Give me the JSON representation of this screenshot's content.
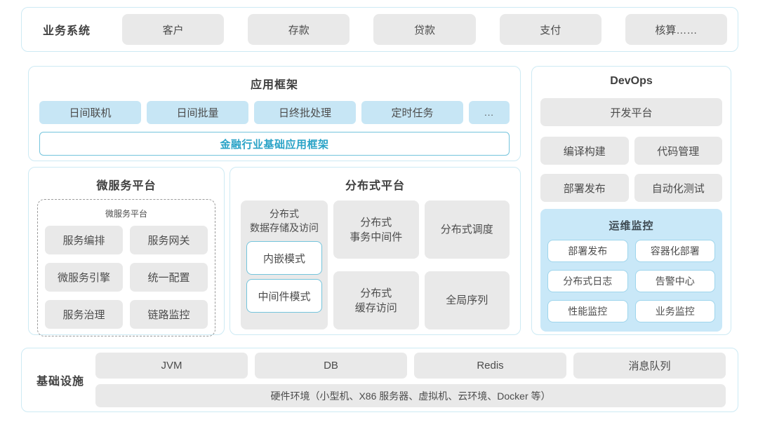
{
  "colors": {
    "panel_border": "#cdeaf4",
    "gray_fill": "#e9e9e9",
    "light_blue_fill": "#c7e6f5",
    "monitor_bg": "#c9e8f8",
    "monitor_box_border": "#9ed5ec",
    "accent_blue_border": "#74c4dc",
    "accent_blue_text": "#2aa3c7",
    "text": "#4c4c4c"
  },
  "business": {
    "label": "业务系统",
    "items": [
      "客户",
      "存款",
      "贷款",
      "支付",
      "核算……"
    ]
  },
  "app_framework": {
    "title": "应用框架",
    "items": [
      "日间联机",
      "日间批量",
      "日终批处理",
      "定时任务",
      "..."
    ],
    "base": "金融行业基础应用框架"
  },
  "devops": {
    "title": "DevOps",
    "dev_platform": "开发平台",
    "items": [
      "编译构建",
      "代码管理",
      "部署发布",
      "自动化测试"
    ],
    "monitoring": {
      "title": "运维监控",
      "items": [
        "部署发布",
        "容器化部署",
        "分布式日志",
        "告警中心",
        "性能监控",
        "业务监控"
      ]
    }
  },
  "microservice": {
    "title": "微服务平台",
    "inner_label": "微服务平台",
    "items": [
      "服务编排",
      "服务网关",
      "微服务引擎",
      "统一配置",
      "服务治理",
      "链路监控"
    ]
  },
  "distributed": {
    "title": "分布式平台",
    "storage": {
      "title": "分布式\n数据存储及访问",
      "modes": [
        "内嵌模式",
        "中间件模式"
      ]
    },
    "items": [
      "分布式\n事务中间件",
      "分布式调度",
      "分布式\n缓存访问",
      "全局序列"
    ]
  },
  "infrastructure": {
    "label": "基础设施",
    "items": [
      "JVM",
      "DB",
      "Redis",
      "消息队列"
    ],
    "hardware": "硬件环境（小型机、X86 服务器、虚拟机、云环境、Docker 等）"
  }
}
